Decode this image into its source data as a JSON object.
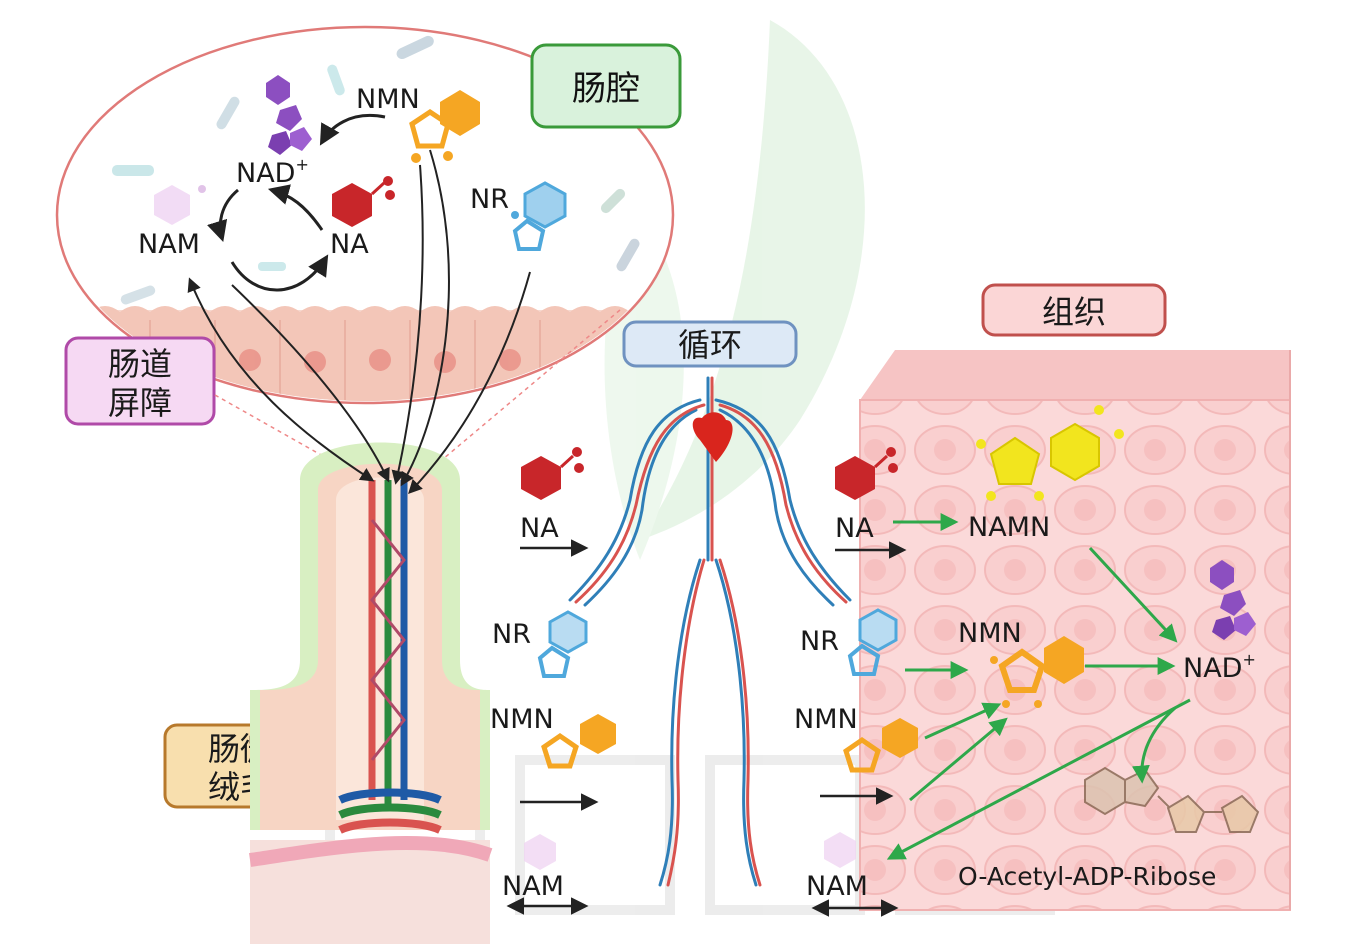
{
  "regions": {
    "lumen": "肠腔",
    "barrier_line1": "肠道",
    "barrier_line2": "屏障",
    "villi_line1": "肠微",
    "villi_line2": "绒毛",
    "circulation": "循环",
    "tissue": "组织"
  },
  "lumen_molecules": {
    "nmn": "NMN",
    "nad": "NAD",
    "nad_sup": "+",
    "nam": "NAM",
    "na": "NA",
    "nr": "NR"
  },
  "circulation_in": {
    "na": "NA",
    "nr": "NR",
    "nmn": "NMN",
    "nam": "NAM"
  },
  "tissue_side": {
    "na": "NA",
    "nr": "NR",
    "nmn_left": "NMN",
    "nam": "NAM",
    "namn": "NAMN",
    "nmn": "NMN",
    "nad": "NAD",
    "nad_sup": "+",
    "acetyl": "O-Acetyl-ADP-Ribose"
  },
  "colors": {
    "lumen_box_fill": "#d9f2dc",
    "lumen_box_stroke": "#3a9a3a",
    "barrier_fill": "#f6d9f3",
    "barrier_stroke": "#b04aa8",
    "villi_fill": "#f8dfae",
    "villi_stroke": "#b7792c",
    "circ_fill": "#dde9f6",
    "circ_stroke": "#6f92c0",
    "tissue_fill": "#fbd6d6",
    "tissue_stroke": "#c0504d",
    "na_red": "#c8262a",
    "nr_blue": "#4fa8dc",
    "nmn_orange": "#f5a623",
    "namn_yellow": "#f2e51e",
    "nad_purple": "#8c4fc0",
    "green_arrow": "#2ea84a"
  }
}
